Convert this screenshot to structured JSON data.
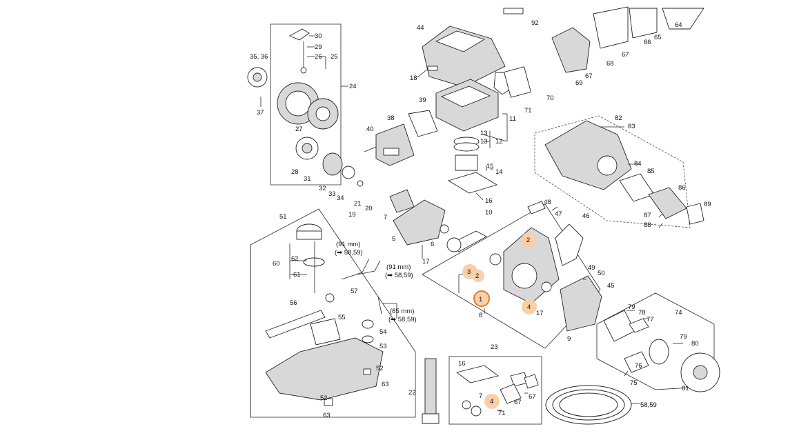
{
  "diagram": {
    "labels": [
      {
        "id": "30",
        "text": "30"
      },
      {
        "id": "29",
        "text": "29"
      },
      {
        "id": "26",
        "text": "26"
      },
      {
        "id": "25",
        "text": "25"
      },
      {
        "id": "35_36",
        "text": "35, 36"
      },
      {
        "id": "24",
        "text": "24"
      },
      {
        "id": "37",
        "text": "37"
      },
      {
        "id": "27",
        "text": "27"
      },
      {
        "id": "28",
        "text": "28"
      },
      {
        "id": "31",
        "text": "31"
      },
      {
        "id": "32",
        "text": "32"
      },
      {
        "id": "33",
        "text": "33"
      },
      {
        "id": "34",
        "text": "34"
      },
      {
        "id": "44",
        "text": "44"
      },
      {
        "id": "18",
        "text": "18"
      },
      {
        "id": "92",
        "text": "92"
      },
      {
        "id": "65",
        "text": "65"
      },
      {
        "id": "64",
        "text": "64"
      },
      {
        "id": "66",
        "text": "66"
      },
      {
        "id": "67a",
        "text": "67"
      },
      {
        "id": "68",
        "text": "68"
      },
      {
        "id": "67b",
        "text": "67"
      },
      {
        "id": "69",
        "text": "69"
      },
      {
        "id": "70",
        "text": "70"
      },
      {
        "id": "71",
        "text": "71"
      },
      {
        "id": "39",
        "text": "39"
      },
      {
        "id": "38",
        "text": "38"
      },
      {
        "id": "40",
        "text": "40"
      },
      {
        "id": "11",
        "text": "11"
      },
      {
        "id": "13a",
        "text": "13"
      },
      {
        "id": "13b",
        "text": "13"
      },
      {
        "id": "12",
        "text": "12"
      },
      {
        "id": "15",
        "text": "15"
      },
      {
        "id": "14",
        "text": "14"
      },
      {
        "id": "16a",
        "text": "16"
      },
      {
        "id": "21",
        "text": "21"
      },
      {
        "id": "20",
        "text": "20"
      },
      {
        "id": "19",
        "text": "19"
      },
      {
        "id": "7a",
        "text": "7"
      },
      {
        "id": "10",
        "text": "10"
      },
      {
        "id": "5",
        "text": "5"
      },
      {
        "id": "6",
        "text": "6"
      },
      {
        "id": "17a",
        "text": "17"
      },
      {
        "id": "82",
        "text": "82"
      },
      {
        "id": "83",
        "text": "83"
      },
      {
        "id": "84",
        "text": "84"
      },
      {
        "id": "85",
        "text": "85"
      },
      {
        "id": "86",
        "text": "86"
      },
      {
        "id": "89",
        "text": "89"
      },
      {
        "id": "87",
        "text": "87"
      },
      {
        "id": "88",
        "text": "88"
      },
      {
        "id": "48",
        "text": "48"
      },
      {
        "id": "47",
        "text": "47"
      },
      {
        "id": "46",
        "text": "46"
      },
      {
        "id": "2a",
        "text": "2"
      },
      {
        "id": "3",
        "text": "3"
      },
      {
        "id": "2b",
        "text": "2"
      },
      {
        "id": "1",
        "text": "1"
      },
      {
        "id": "4a",
        "text": "4"
      },
      {
        "id": "17b",
        "text": "17"
      },
      {
        "id": "8",
        "text": "8"
      },
      {
        "id": "49",
        "text": "49"
      },
      {
        "id": "50",
        "text": "50"
      },
      {
        "id": "45",
        "text": "45"
      },
      {
        "id": "9",
        "text": "9"
      },
      {
        "id": "79a",
        "text": "79"
      },
      {
        "id": "78",
        "text": "78"
      },
      {
        "id": "77",
        "text": "77"
      },
      {
        "id": "74",
        "text": "74"
      },
      {
        "id": "79b",
        "text": "79"
      },
      {
        "id": "80",
        "text": "80"
      },
      {
        "id": "76",
        "text": "76"
      },
      {
        "id": "75",
        "text": "75"
      },
      {
        "id": "81",
        "text": "81"
      },
      {
        "id": "51",
        "text": "51"
      },
      {
        "id": "60",
        "text": "60"
      },
      {
        "id": "62",
        "text": "62"
      },
      {
        "id": "61",
        "text": "61"
      },
      {
        "id": "91mm_a",
        "text": "(91 mm)"
      },
      {
        "id": "ref_a",
        "text": "(➡ 58,59)"
      },
      {
        "id": "91mm_b",
        "text": "(91 mm)"
      },
      {
        "id": "ref_b",
        "text": "(➡ 58,59)"
      },
      {
        "id": "57",
        "text": "57"
      },
      {
        "id": "56",
        "text": "56"
      },
      {
        "id": "55",
        "text": "55"
      },
      {
        "id": "85mm",
        "text": "(85 mm)"
      },
      {
        "id": "ref_c",
        "text": "(➡ 58,59)"
      },
      {
        "id": "54",
        "text": "54"
      },
      {
        "id": "53",
        "text": "53"
      },
      {
        "id": "52a",
        "text": "52"
      },
      {
        "id": "52b",
        "text": "52"
      },
      {
        "id": "63a",
        "text": "63"
      },
      {
        "id": "63b",
        "text": "63"
      },
      {
        "id": "22",
        "text": "22"
      },
      {
        "id": "23",
        "text": "23"
      },
      {
        "id": "16b",
        "text": "16"
      },
      {
        "id": "7b",
        "text": "7"
      },
      {
        "id": "4b",
        "text": "4"
      },
      {
        "id": "71b",
        "text": "71"
      },
      {
        "id": "67c",
        "text": "67"
      },
      {
        "id": "67d",
        "text": "67"
      },
      {
        "id": "58_59",
        "text": "58,59"
      }
    ],
    "highlight_color": "#f8cfa8",
    "ring_color": "#d9822b"
  }
}
